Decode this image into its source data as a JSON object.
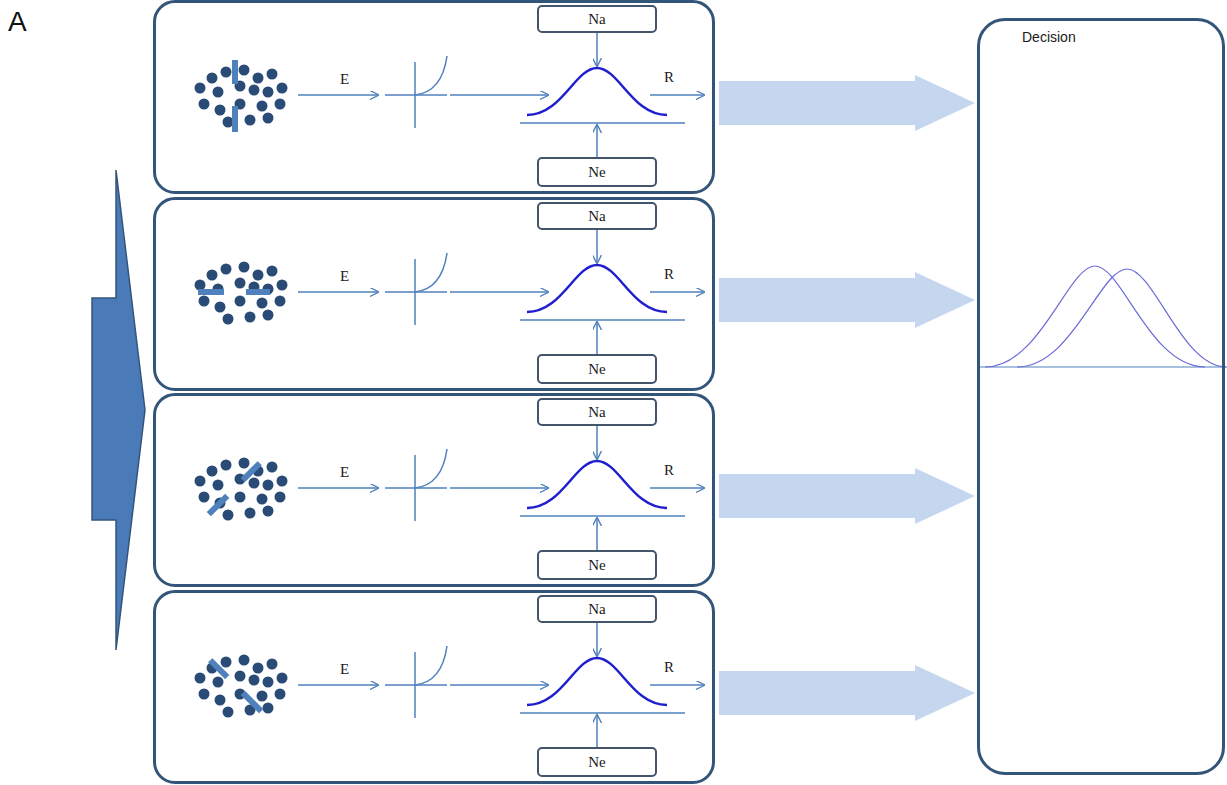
{
  "diagram": {
    "nodes": [
      {
        "text": [
          "E",
          "R"
        ]
      },
      {
        "text": [
          "Na"
        ],
        "in": 0
      },
      {
        "text": [
          "Ne"
        ],
        "in": 0
      },
      {
        "text": [
          "E",
          "R"
        ]
      },
      {
        "text": [
          "Na"
        ],
        "in": 3
      },
      {
        "text": [
          "Ne"
        ],
        "in": 3
      },
      {
        "text": [
          "E",
          "R"
        ]
      },
      {
        "text": [
          "Na"
        ],
        "in": 6
      },
      {
        "text": [
          "Ne"
        ],
        "in": 6
      },
      {
        "text": [
          "E",
          "R"
        ]
      },
      {
        "text": [
          "Na"
        ],
        "in": 9
      },
      {
        "text": [
          "Ne"
        ],
        "in": 9
      },
      {
        "text": [
          "Decision"
        ]
      }
    ],
    "edges": [
      {
        "from": 0,
        "to": 12,
        "arrow": "to"
      },
      {
        "from": 3,
        "to": 12,
        "arrow": "to"
      },
      {
        "from": 6,
        "to": 12,
        "arrow": "to"
      },
      {
        "from": 9,
        "to": 12,
        "arrow": "to"
      }
    ],
    "labels": [
      "A"
    ]
  }
}
